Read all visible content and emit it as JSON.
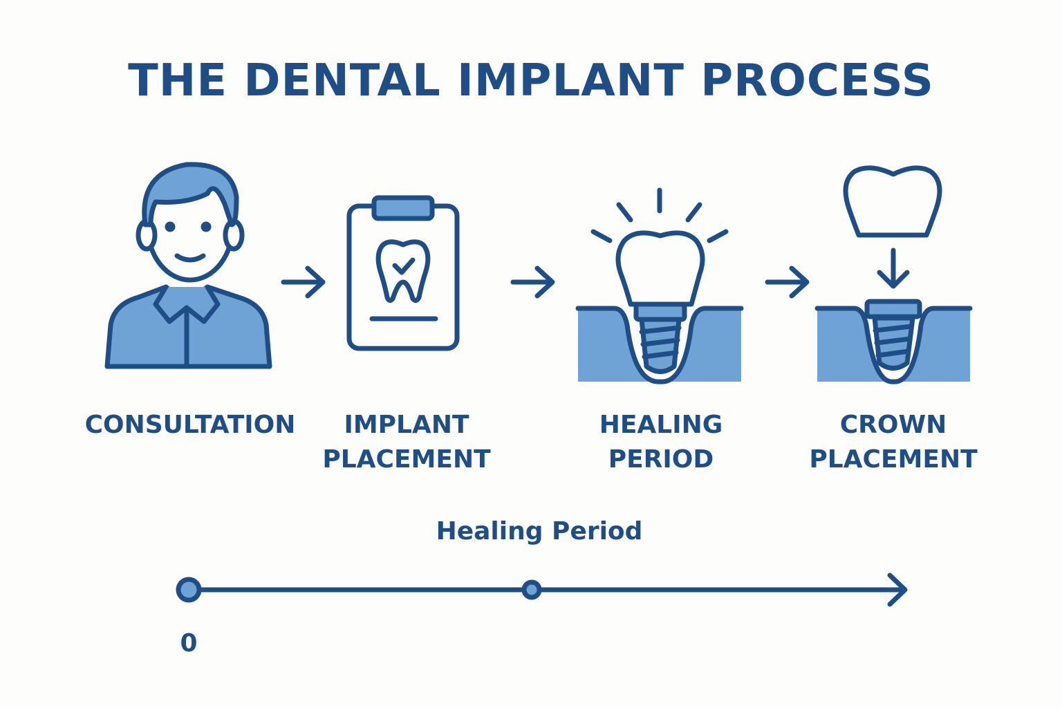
{
  "title": "THE DENTAL IMPLANT PROCESS",
  "steps": [
    {
      "label_line1": "CONSULTATION",
      "label_line2": "",
      "icon": "person-icon"
    },
    {
      "label_line1": "IMPLANT",
      "label_line2": "PLACEMENT",
      "icon": "clipboard-tooth-icon"
    },
    {
      "label_line1": "HEALING",
      "label_line2": "PERIOD",
      "icon": "healing-implant-icon"
    },
    {
      "label_line1": "CROWN",
      "label_line2": "PLACEMENT",
      "icon": "crown-placement-icon"
    }
  ],
  "timeline": {
    "label": "Healing Period",
    "start_label": "0"
  },
  "colors": {
    "primary": "#1f4e86",
    "fill": "#6fa3d6",
    "background": "#fdfdfb"
  }
}
